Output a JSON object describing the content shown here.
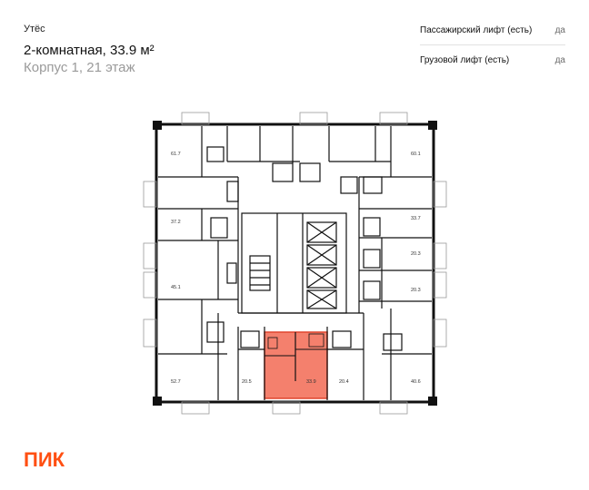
{
  "project_name": "Утёс",
  "apartment_title": "2-комнатная, 33.9 м²",
  "location": "Корпус 1, 21 этаж",
  "features": [
    {
      "label": "Пассажирский лифт (есть)",
      "value": "да"
    },
    {
      "label": "Грузовой лифт (есть)",
      "value": "да"
    }
  ],
  "logo_text": "ПИК",
  "colors": {
    "highlight": "#f4806d",
    "highlight_border": "#e0452e",
    "logo": "#ff4f12",
    "wall": "#111111"
  },
  "plan": {
    "areas": {
      "a61_7": "61.7",
      "a60_1": "60.1",
      "a37_2": "37.2",
      "a33_7": "33.7",
      "a20_3a": "20.3",
      "a45_1": "45.1",
      "a20_3b": "20.3",
      "a52_7": "52.7",
      "a20_5": "20.5",
      "a33_9": "33.9",
      "a20_4": "20.4",
      "a40_6": "40.6"
    }
  }
}
